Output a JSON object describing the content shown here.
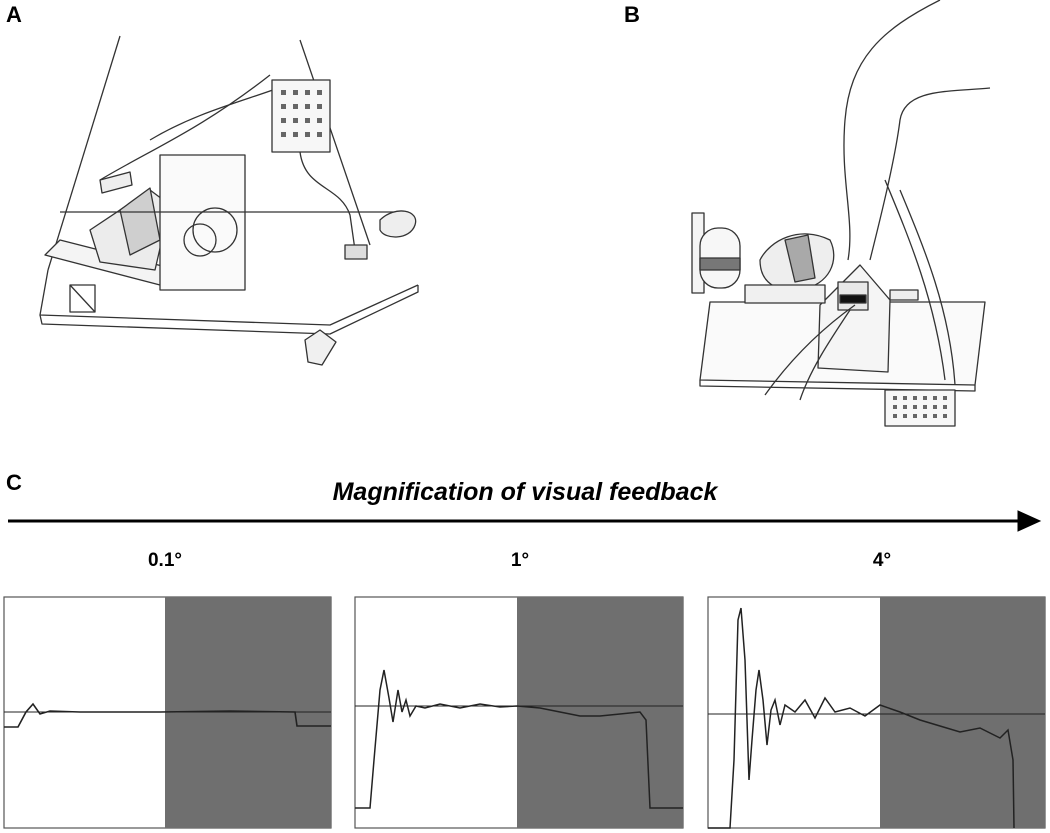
{
  "panels": {
    "a_label": "A",
    "b_label": "B",
    "c_label": "C"
  },
  "feedback": {
    "heading": "Magnification of visual feedback",
    "magnifications": [
      "0.1°",
      "1°",
      "4°"
    ]
  },
  "colors": {
    "dark_shade": "#6f6f6f",
    "line": "#222222",
    "frame": "#555555"
  }
}
